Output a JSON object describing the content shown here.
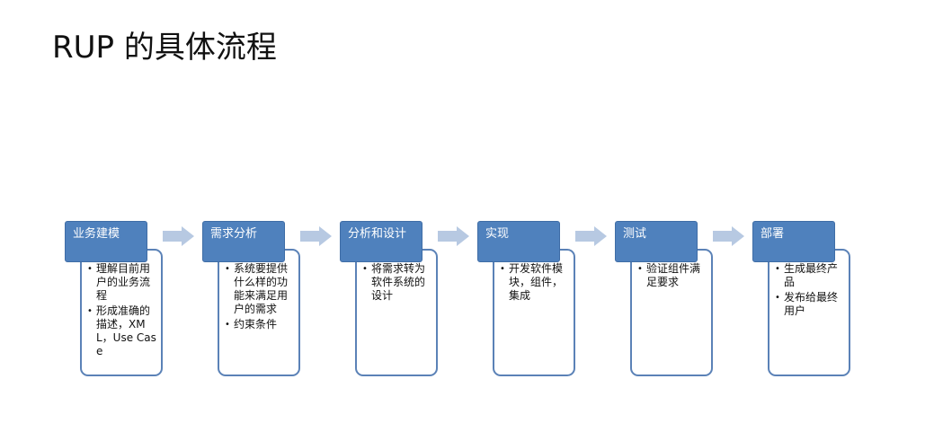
{
  "title": "RUP 的具体流程",
  "stages": [
    {
      "label": "业务建模",
      "items": [
        "理解目前用户的业务流程",
        "形成准确的描述，XML，Use Case"
      ]
    },
    {
      "label": "需求分析",
      "items": [
        "系统要提供什么样的功能来满足用户的需求",
        "约束条件"
      ]
    },
    {
      "label": "分析和设计",
      "items": [
        "将需求转为软件系统的设计"
      ]
    },
    {
      "label": "实现",
      "items": [
        "开发软件模块，组件，集成"
      ]
    },
    {
      "label": "测试",
      "items": [
        "验证组件满足要求"
      ]
    },
    {
      "label": "部署",
      "items": [
        "生成最终产品",
        "发布给最终用户"
      ]
    }
  ],
  "colors": {
    "header": "#4f81bd",
    "border": "#5b82b7",
    "arrow": "#b7c9e2"
  }
}
